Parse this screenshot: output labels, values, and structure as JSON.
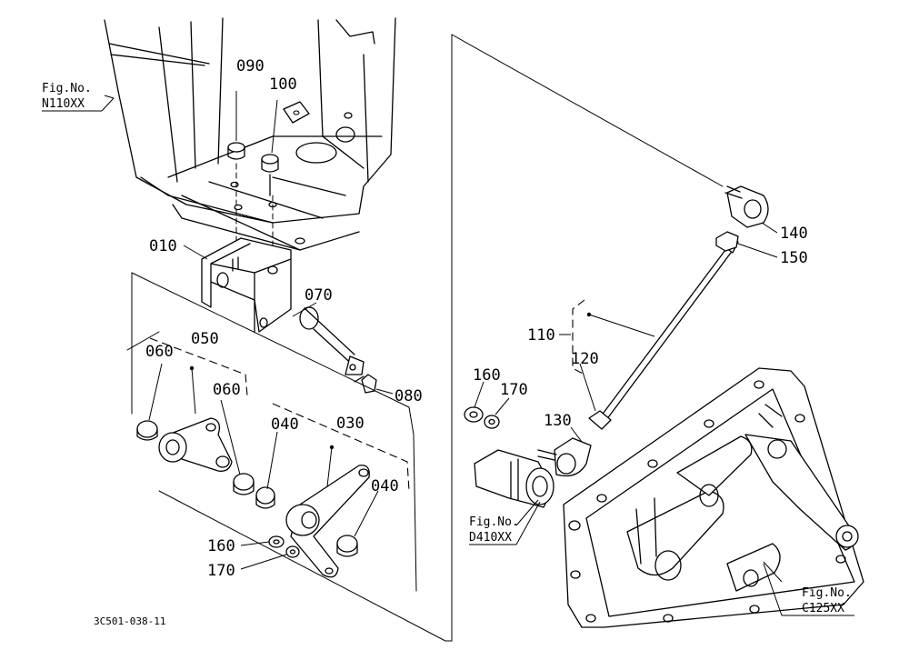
{
  "parts": [
    {
      "no": "010"
    },
    {
      "no": "030"
    },
    {
      "no": "040"
    },
    {
      "no": "040"
    },
    {
      "no": "050"
    },
    {
      "no": "060"
    },
    {
      "no": "060"
    },
    {
      "no": "070"
    },
    {
      "no": "080"
    },
    {
      "no": "090"
    },
    {
      "no": "100"
    },
    {
      "no": "110"
    },
    {
      "no": "120"
    },
    {
      "no": "130"
    },
    {
      "no": "140"
    },
    {
      "no": "150"
    },
    {
      "no": "160"
    },
    {
      "no": "170"
    },
    {
      "no": "160"
    },
    {
      "no": "170"
    }
  ],
  "figure_refs": [
    {
      "label": "Fig.No.",
      "code": "N110XX"
    },
    {
      "label": "Fig.No.",
      "code": "D410XX"
    },
    {
      "label": "Fig.No.",
      "code": "C125XX"
    }
  ],
  "drawing_code": "3C501-038-11"
}
